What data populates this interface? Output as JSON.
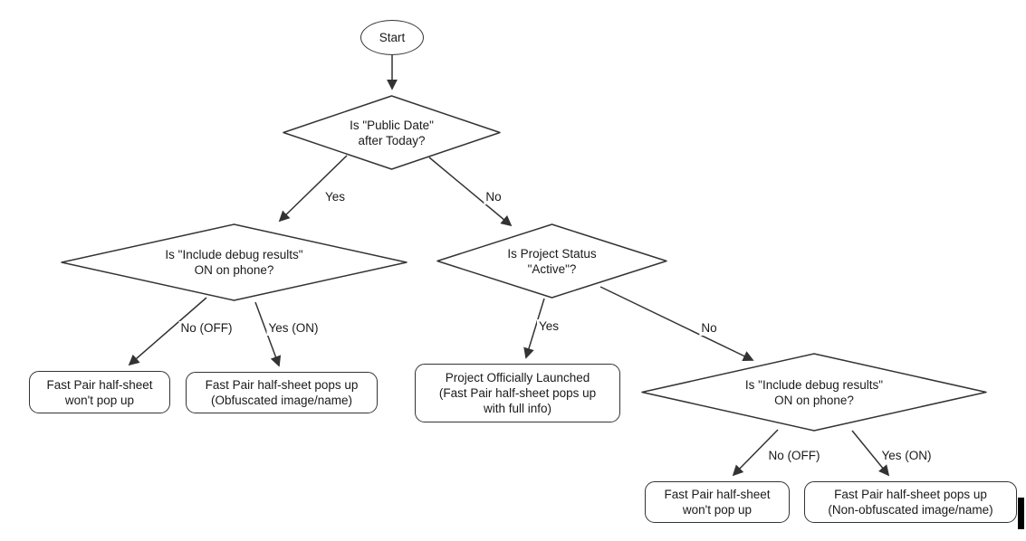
{
  "diagram": {
    "colors": {
      "stroke": "#333333",
      "text": "#1a1a1a",
      "bg": "#ffffff",
      "cursor": "#000000"
    },
    "nodes": {
      "start": {
        "type": "terminator",
        "label": "Start"
      },
      "public_date": {
        "type": "decision",
        "label": "Is \"Public Date\"\nafter Today?"
      },
      "debug_left": {
        "type": "decision",
        "label": "Is \"Include debug results\"\nON on phone?"
      },
      "project_status": {
        "type": "decision",
        "label": "Is Project Status\n\"Active\"?"
      },
      "debug_right": {
        "type": "decision",
        "label": "Is \"Include debug results\"\nON on phone?"
      },
      "no_popup_left": {
        "type": "result",
        "label": "Fast Pair half-sheet\nwon't pop up"
      },
      "obfuscated_popup": {
        "type": "result",
        "label": "Fast Pair half-sheet pops up\n(Obfuscated image/name)"
      },
      "launched": {
        "type": "result",
        "label": "Project Officially Launched\n(Fast Pair half-sheet pops up\nwith full info)"
      },
      "no_popup_right": {
        "type": "result",
        "label": "Fast Pair half-sheet\nwon't pop up"
      },
      "non_obfuscated_popup": {
        "type": "result",
        "label": "Fast Pair half-sheet pops up\n(Non-obfuscated image/name)"
      }
    },
    "edge_labels": {
      "public_date_yes": "Yes",
      "public_date_no": "No",
      "debug_left_no": "No (OFF)",
      "debug_left_yes": "Yes (ON)",
      "project_status_yes": "Yes",
      "project_status_no": "No",
      "debug_right_no": "No (OFF)",
      "debug_right_yes": "Yes (ON)"
    }
  }
}
